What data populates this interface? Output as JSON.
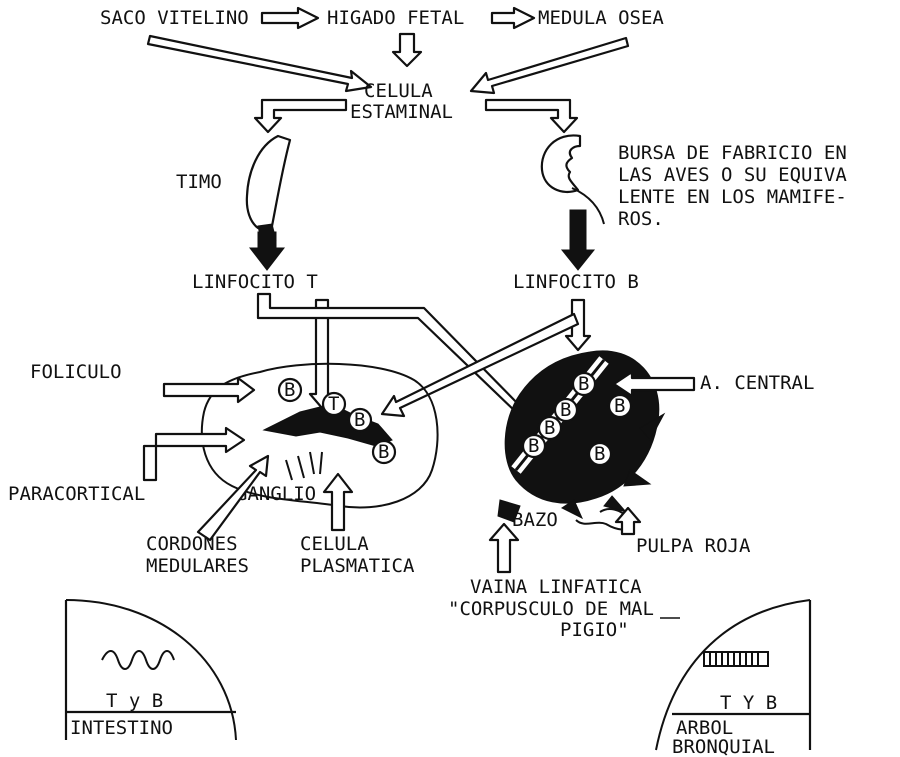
{
  "origin": {
    "yolk_sac": "SACO VITELINO",
    "fetal_liver": "HIGADO FETAL",
    "bone_marrow": "MEDULA OSEA"
  },
  "stem_cell": [
    "CELULA",
    "ESTAMINAL"
  ],
  "thymus": "TIMO",
  "bursa": [
    "BURSA DE FABRICIO EN",
    "LAS AVES O SU EQUIVA",
    "LENTE EN LOS MAMIFE-",
    "ROS."
  ],
  "lymphocyte_t": "LINFOCITO T",
  "lymphocyte_b": "LINFOCITO B",
  "follicle": "FOLICULO",
  "central_artery": "A. CENTRAL",
  "paracortical": "PARACORTICAL",
  "node": "GANGLIO",
  "spleen": "BAZO",
  "medullary_cords": [
    "CORDONES",
    "MEDULARES"
  ],
  "plasma_cell": [
    "CELULA",
    "PLASMATICA"
  ],
  "red_pulp": "PULPA ROJA",
  "lymph_sheath": [
    "VAINA LINFATICA",
    "\"CORPUSCULO DE MAL",
    "PIGIO\""
  ],
  "intestine": {
    "cells": "T y B",
    "label": "INTESTINO"
  },
  "bronchus": {
    "cells": "T Y B",
    "label": "ARBOL",
    "label2": "BRONQUIAL"
  },
  "cell_markers": {
    "b": "B",
    "t": "T"
  }
}
